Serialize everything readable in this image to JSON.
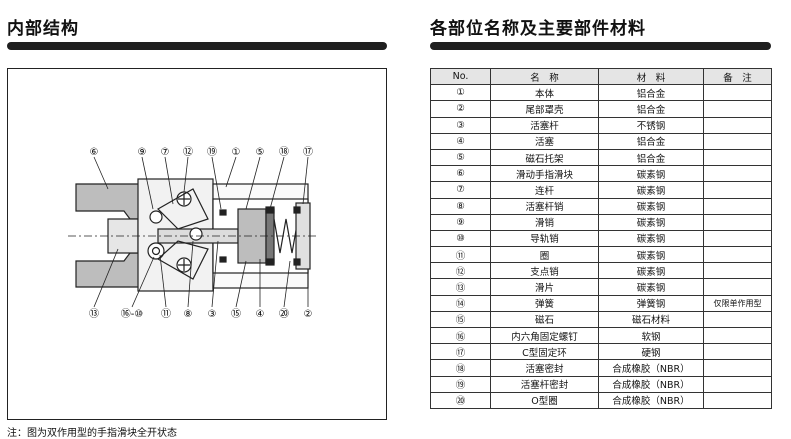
{
  "left_heading": "内部结构",
  "right_heading": "各部位名称及主要部件材料",
  "note": "注：图为双作用型的手指滑块全开状态",
  "diagram": {
    "callouts_top": [
      "⑥",
      "⑨",
      "⑦",
      "⑫",
      "⑲",
      "①",
      "⑤",
      "⑱",
      "⑰"
    ],
    "callouts_bottom": [
      "⑬",
      "⑯-⑩",
      "⑪",
      "⑧",
      "③",
      "⑮",
      "④",
      "⑳",
      "②"
    ]
  },
  "table": {
    "headers": [
      "No.",
      "名　称",
      "材　料",
      "备　注"
    ],
    "rows": [
      {
        "no": "①",
        "name": "本体",
        "material": "铝合金",
        "remark": ""
      },
      {
        "no": "②",
        "name": "尾部罩壳",
        "material": "铝合金",
        "remark": ""
      },
      {
        "no": "③",
        "name": "活塞杆",
        "material": "不锈钢",
        "remark": ""
      },
      {
        "no": "④",
        "name": "活塞",
        "material": "铝合金",
        "remark": ""
      },
      {
        "no": "⑤",
        "name": "磁石托架",
        "material": "铝合金",
        "remark": ""
      },
      {
        "no": "⑥",
        "name": "滑动手指滑块",
        "material": "碳素钢",
        "remark": ""
      },
      {
        "no": "⑦",
        "name": "连杆",
        "material": "碳素钢",
        "remark": ""
      },
      {
        "no": "⑧",
        "name": "活塞杆销",
        "material": "碳素钢",
        "remark": ""
      },
      {
        "no": "⑨",
        "name": "滑销",
        "material": "碳素钢",
        "remark": ""
      },
      {
        "no": "⑩",
        "name": "导轨销",
        "material": "碳素钢",
        "remark": ""
      },
      {
        "no": "⑪",
        "name": "圈",
        "material": "碳素钢",
        "remark": ""
      },
      {
        "no": "⑫",
        "name": "支点销",
        "material": "碳素钢",
        "remark": ""
      },
      {
        "no": "⑬",
        "name": "滑片",
        "material": "碳素钢",
        "remark": ""
      },
      {
        "no": "⑭",
        "name": "弹簧",
        "material": "弹簧钢",
        "remark": "仅限单作用型"
      },
      {
        "no": "⑮",
        "name": "磁石",
        "material": "磁石材料",
        "remark": ""
      },
      {
        "no": "⑯",
        "name": "内六角固定螺钉",
        "material": "软钢",
        "remark": ""
      },
      {
        "no": "⑰",
        "name": "C型固定环",
        "material": "硬钢",
        "remark": ""
      },
      {
        "no": "⑱",
        "name": "活塞密封",
        "material": "合成橡胶（NBR）",
        "remark": ""
      },
      {
        "no": "⑲",
        "name": "活塞杆密封",
        "material": "合成橡胶（NBR）",
        "remark": ""
      },
      {
        "no": "⑳",
        "name": "O型圈",
        "material": "合成橡胶（NBR）",
        "remark": ""
      }
    ]
  }
}
